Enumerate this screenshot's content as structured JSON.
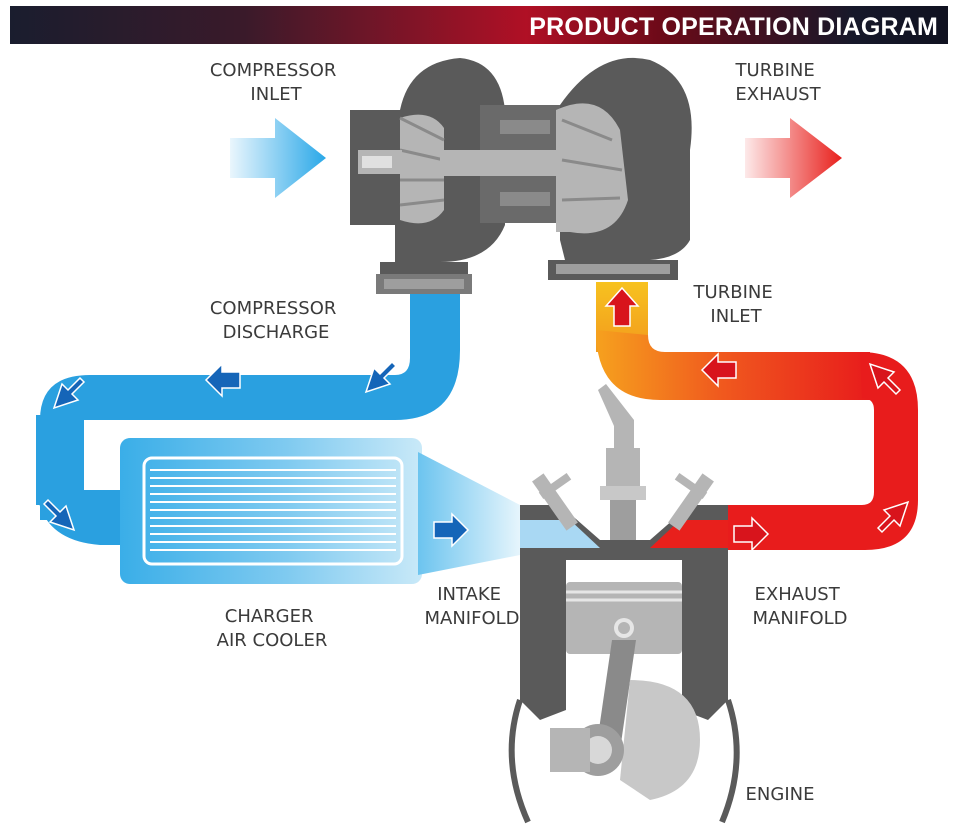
{
  "header": {
    "title": "PRODUCT OPERATION DIAGRAM"
  },
  "labels": {
    "compressor_inlet": [
      "COMPRESSOR",
      "INLET"
    ],
    "turbine_exhaust": [
      "TURBINE",
      "EXHAUST"
    ],
    "compressor_discharge": [
      "COMPRESSOR",
      "DISCHARGE"
    ],
    "turbine_inlet": [
      "TURBINE",
      "INLET"
    ],
    "charger_air_cooler": [
      "CHARGER",
      "AIR COOLER"
    ],
    "intake_manifold": [
      "INTAKE",
      "MANIFOLD"
    ],
    "exhaust_manifold": [
      "EXHAUST",
      "MANIFOLD"
    ],
    "engine": "ENGINE"
  },
  "colors": {
    "cold_air": "#2aa0e0",
    "hot_exhaust": "#e8201c",
    "warm_exhaust": "#f39a1c",
    "flow_arrow_cold": "#1565b8",
    "flow_arrow_hot": "#d8141c",
    "metal_dark": "#5a5a5a",
    "metal_light": "#b5b5b5"
  },
  "icons": [
    "inlet-arrow-icon",
    "exhaust-arrow-icon",
    "flow-arrow-icon"
  ]
}
